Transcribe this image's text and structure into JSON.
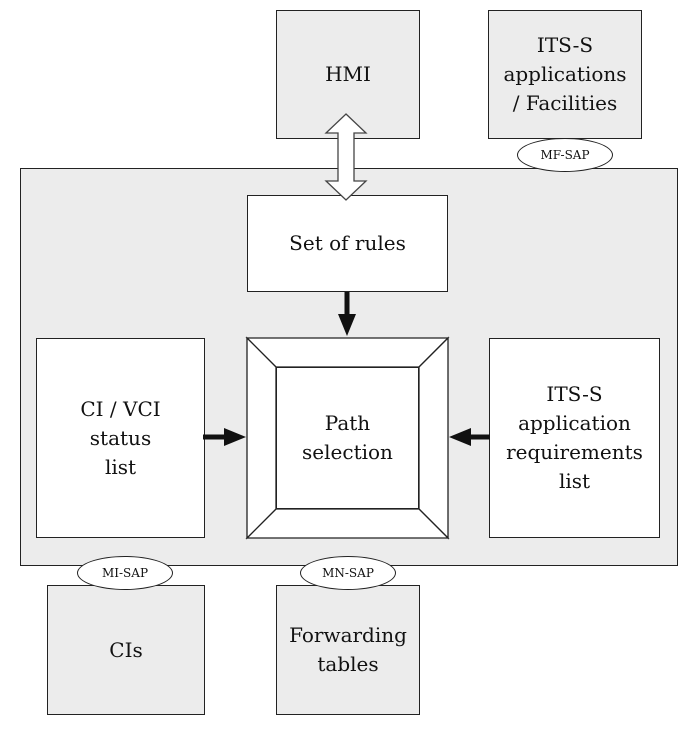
{
  "blocks": {
    "hmi": "HMI",
    "its_facilities": "ITS-S\napplications\n/ Facilities",
    "set_of_rules": "Set of rules",
    "ci_status_list": "CI / VCI\nstatus\nlist",
    "path_selection": "Path\nselection",
    "its_requirements": "ITS-S\napplication\nrequirements\nlist",
    "cis": "CIs",
    "forwarding_tables": "Forwarding\ntables"
  },
  "saps": {
    "mf": "MF-SAP",
    "mi": "MI-SAP",
    "mn": "MN-SAP"
  }
}
